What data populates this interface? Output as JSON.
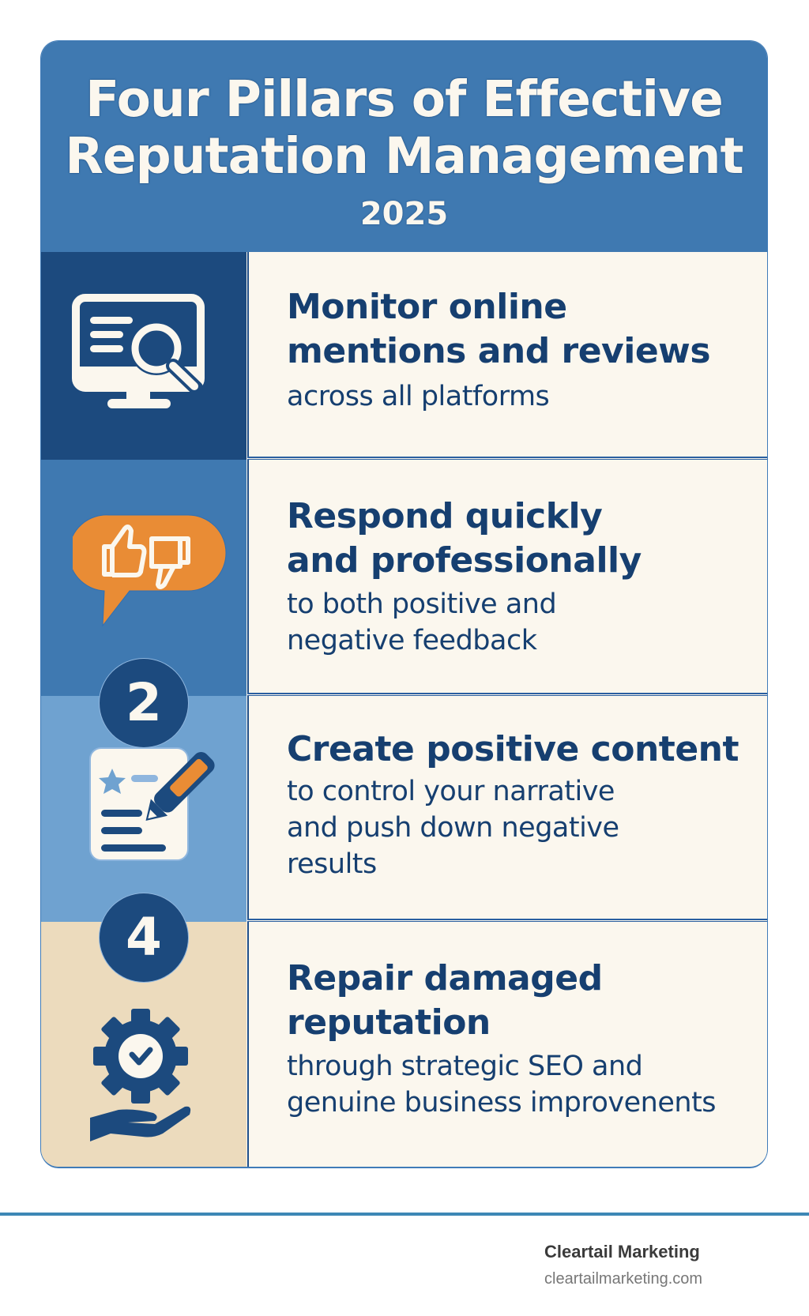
{
  "header": {
    "title_line1": "Four Pillars of Effective",
    "title_line2": "Reputation Management",
    "year": "2025"
  },
  "pillars": [
    {
      "icon": "monitor-search-icon",
      "heading": "Monitor online\nmentions and reviews",
      "subtext": "across all platforms"
    },
    {
      "icon": "thumbs-up-down-speech-bubble-icon",
      "heading": "Respond quickly\nand professionally",
      "subtext": "to both positive and\nnegative feedback"
    },
    {
      "icon": "document-pencil-icon",
      "badge": "2",
      "heading": "Create positive content",
      "subtext": "to control your narrative\nand push down negative\nresults"
    },
    {
      "icon": "gear-check-hand-icon",
      "badge": "4",
      "heading": "Repair damaged\nreputation",
      "subtext": "through strategic SEO and\ngenuine business improvenents"
    }
  ],
  "footer": {
    "brand": "Cleartail Marketing",
    "url": "cleartailmarketing.com"
  },
  "colors": {
    "header_blue": "#3f79b1",
    "dark_navy": "#1c4a7e",
    "light_blue": "#6fa2d0",
    "beige": "#ecdbbd",
    "cream": "#fbf7ee",
    "orange": "#e98c35",
    "text_navy": "#163f70"
  }
}
